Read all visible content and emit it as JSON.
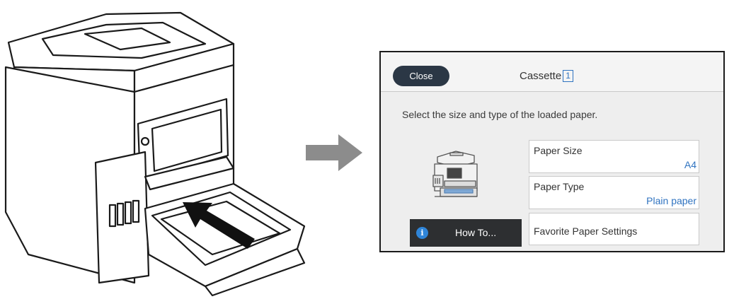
{
  "screen": {
    "close_label": "Close",
    "title": "Cassette",
    "cassette_number": "1",
    "instruction": "Select the size and type of the loaded paper.",
    "settings": [
      {
        "label": "Paper Size",
        "value": "A4"
      },
      {
        "label": "Paper Type",
        "value": "Plain paper"
      },
      {
        "label": "Favorite Paper Settings",
        "value": ""
      }
    ],
    "how_to_label": "How To...",
    "colors": {
      "accent": "#2f73c0",
      "close_button": "#2b3745",
      "how_to_button": "#2d2f31",
      "info_icon": "#2f85d8"
    }
  },
  "icons": [
    "printer-illustration",
    "insert-arrow-icon",
    "flow-arrow-icon",
    "mini-printer-icon",
    "info-icon"
  ]
}
